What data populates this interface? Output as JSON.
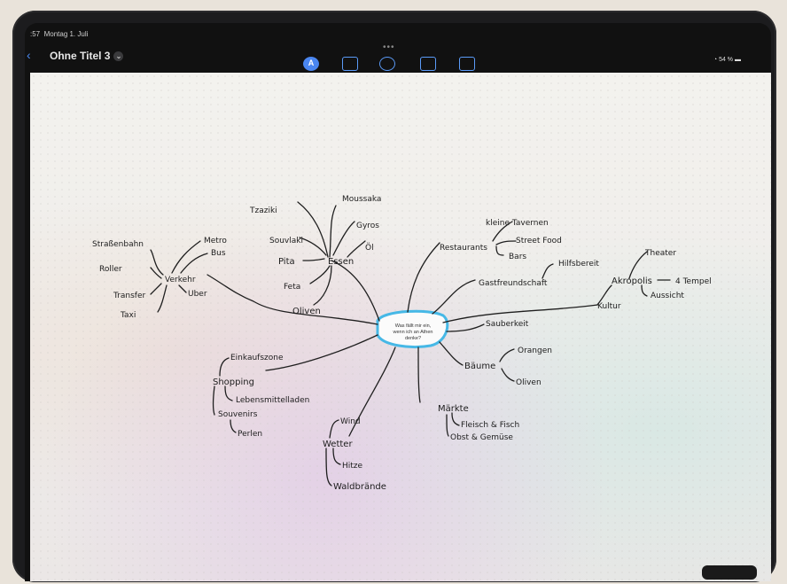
{
  "status": {
    "time": ":57",
    "date": "Montag 1. Juli",
    "battery": "54 %"
  },
  "toolbar": {
    "title": "Ohne Titel 3",
    "dots": "•••",
    "tools": [
      "pen-tool-icon",
      "text-box-icon",
      "shapes-icon",
      "text-icon",
      "media-icon"
    ],
    "right_icons": [
      "undo-icon",
      "share-icon",
      "edit-icon"
    ]
  },
  "mindmap": {
    "center": [
      "Was fällt mir ein,",
      "wenn ich an Athen",
      "denke?"
    ],
    "essen": {
      "label": "Essen",
      "items": [
        "Tzaziki",
        "Moussaka",
        "Gyros",
        "Souvlaki",
        "Öl",
        "Pita",
        "Feta",
        "Oliven"
      ]
    },
    "verkehr": {
      "label": "Verkehr",
      "items": [
        "Metro",
        "Bus",
        "Straßenbahn",
        "Roller",
        "Transfer",
        "Uber",
        "Taxi"
      ]
    },
    "restaurants": {
      "label": "Restaurants",
      "items": [
        "kleine Tavernen",
        "Street Food",
        "Bars"
      ]
    },
    "gastfreundschaft": {
      "label": "Gastfreundschaft",
      "items": [
        "Hilfsbereit"
      ]
    },
    "kultur": {
      "label": "Kultur",
      "items": [
        "Theater",
        "Akropolis",
        "4 Tempel",
        "Aussicht"
      ]
    },
    "sauberkeit": {
      "label": "Sauberkeit"
    },
    "baeume": {
      "label": "Bäume",
      "items": [
        "Orangen",
        "Oliven"
      ]
    },
    "maerkte": {
      "label": "Märkte",
      "items": [
        "Fleisch & Fisch",
        "Obst & Gemüse"
      ]
    },
    "wetter": {
      "label": "Wetter",
      "items": [
        "Wind",
        "Hitze",
        "Waldbrände"
      ]
    },
    "shopping": {
      "label": "Shopping",
      "items": [
        "Einkaufszone",
        "Lebensmittelladen",
        "Souvenirs",
        "Perlen"
      ]
    }
  }
}
